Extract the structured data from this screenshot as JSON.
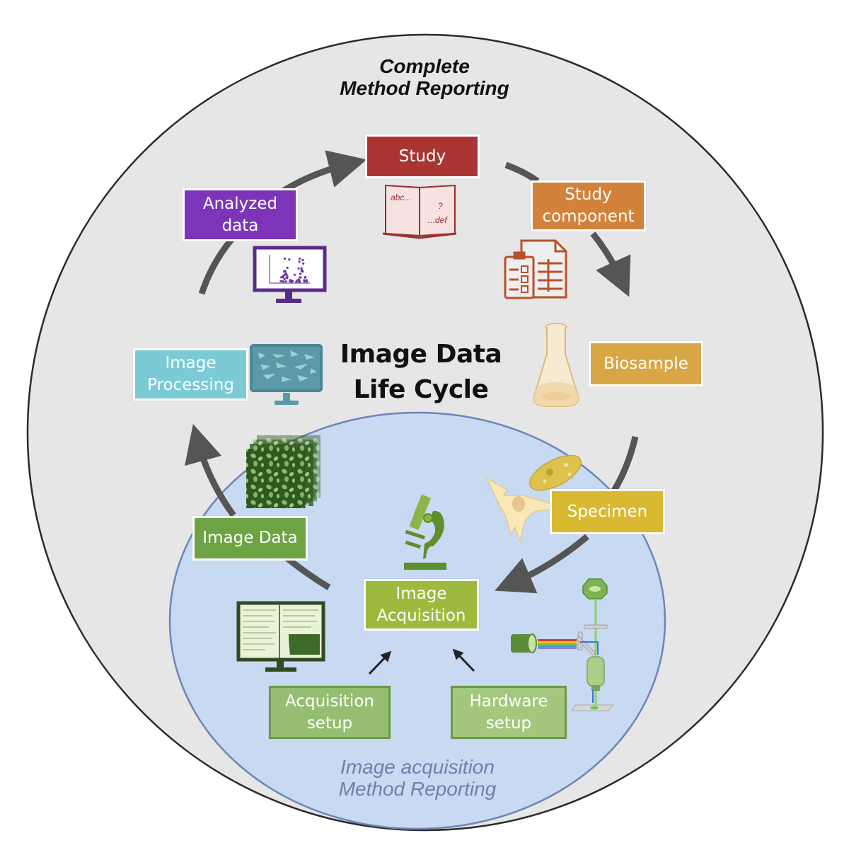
{
  "diagram": {
    "outer_label": "Complete\nMethod Reporting",
    "center_title": "Image Data\nLife Cycle",
    "inner_label": "Image acquisition\nMethod Reporting",
    "colors": {
      "outer_fill": "#e6e6e6",
      "outer_stroke": "#2a2a2a",
      "inner_fill": "#c8d9f2",
      "inner_stroke": "#6f84b8",
      "arrow": "#555555"
    },
    "stages": [
      {
        "id": "study",
        "label": "Study",
        "color": "#a83532",
        "icon": "open-book-icon"
      },
      {
        "id": "study-component",
        "label": "Study\ncomponent",
        "color": "#d2823a",
        "icon": "clipboard-spreadsheet-icon"
      },
      {
        "id": "biosample",
        "label": "Biosample",
        "color": "#d9a646",
        "icon": "erlenmeyer-flask-icon"
      },
      {
        "id": "specimen",
        "label": "Specimen",
        "color": "#d9b832",
        "icon": "cells-icon"
      },
      {
        "id": "image-acquisition",
        "label": "Image\nAcquisition",
        "color": "#9cbb3e",
        "icon": "microscope-icon"
      },
      {
        "id": "image-data",
        "label": "Image Data",
        "color": "#6ea344",
        "icon": "image-stack-icon"
      },
      {
        "id": "image-processing",
        "label": "Image\nProcessing",
        "color": "#7ccad6",
        "icon": "monitor-cells-icon"
      },
      {
        "id": "analyzed-data",
        "label": "Analyzed\ndata",
        "color": "#7c35b8",
        "icon": "monitor-scatter-plot-icon"
      }
    ],
    "inputs": [
      {
        "id": "acquisition-setup",
        "label": "Acquisition\nsetup",
        "color": "#96be72",
        "icon": "monitor-software-icon"
      },
      {
        "id": "hardware-setup",
        "label": "Hardware\nsetup",
        "color": "#a3c77e",
        "icon": "light-path-icon"
      }
    ],
    "icon_text": {
      "book_left": "abc...",
      "book_q": "?",
      "book_right": "...def"
    }
  }
}
